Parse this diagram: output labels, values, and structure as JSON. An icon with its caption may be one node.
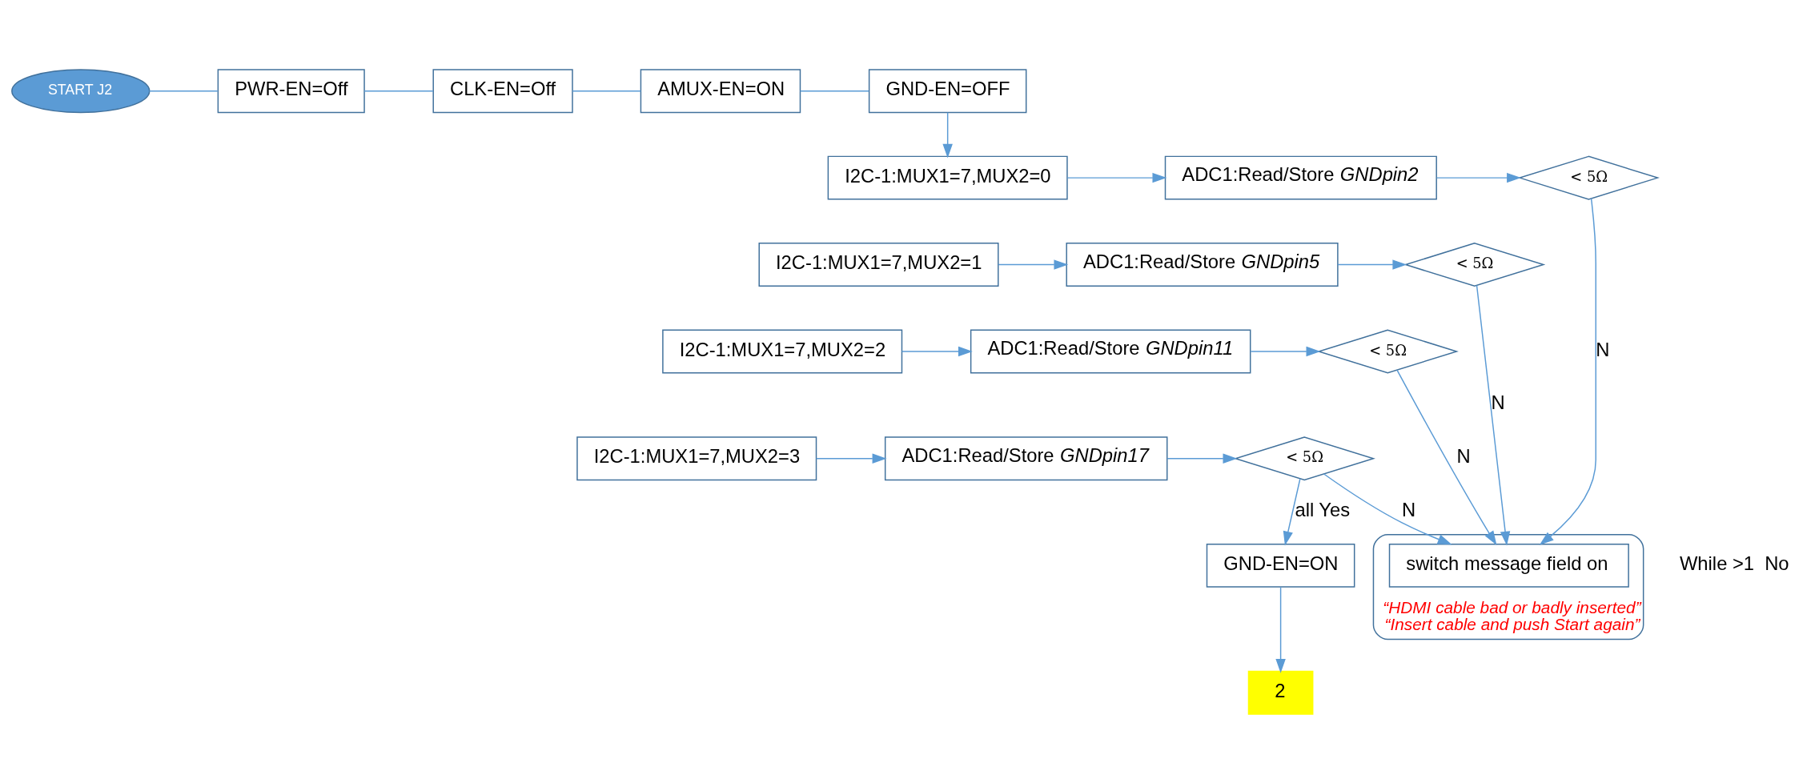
{
  "diagram": {
    "nodes": [
      {
        "text": [
          "START J2"
        ]
      },
      {
        "text": [
          "PWR-EN=Off"
        ]
      },
      {
        "text": [
          "CLK-EN=Off"
        ]
      },
      {
        "text": [
          "AMUX-EN=ON"
        ]
      },
      {
        "text": [
          "GND-EN=OFF"
        ]
      },
      {
        "text": [
          "I2C-1:MUX1=7,MUX2=0"
        ]
      },
      {
        "text": [
          "ADC1:Read/Store *GNDpin2*"
        ]
      },
      {
        "text": [
          "< 5Ω"
        ]
      },
      {
        "text": [
          "I2C-1:MUX1=7,MUX2=1"
        ]
      },
      {
        "text": [
          "ADC1:Read/Store *GNDpin5*"
        ]
      },
      {
        "text": [
          "< 5Ω"
        ]
      },
      {
        "text": [
          "I2C-1:MUX1=7,MUX2=2"
        ]
      },
      {
        "text": [
          "ADC1:Read/Store *GNDpin11*"
        ]
      },
      {
        "text": [
          "< 5Ω"
        ]
      },
      {
        "text": [
          "I2C-1:MUX1=7,MUX2=3"
        ]
      },
      {
        "text": [
          "ADC1:Read/Store *GNDpin17*"
        ]
      },
      {
        "text": [
          "< 5Ω"
        ]
      },
      {
        "text": [
          "GND-EN=ON"
        ]
      },
      {
        "text": [
          "“HDMI cable bad or badly inserted”",
          "“Insert cable and push Start again”"
        ]
      },
      {
        "text": [
          "switch message field on"
        ],
        "in": 18
      },
      {
        "text": [
          "2"
        ]
      }
    ],
    "edges": [
      {
        "from": 0,
        "to": 1,
        "arrow": "none"
      },
      {
        "from": 1,
        "to": 2,
        "arrow": "none"
      },
      {
        "from": 2,
        "to": 3,
        "arrow": "none"
      },
      {
        "from": 3,
        "to": 4,
        "arrow": "none"
      },
      {
        "from": 4,
        "to": 5,
        "arrow": "to"
      },
      {
        "from": 5,
        "to": 6,
        "arrow": "to"
      },
      {
        "from": 6,
        "to": 7,
        "arrow": "to"
      },
      {
        "from": 8,
        "to": 9,
        "arrow": "to"
      },
      {
        "from": 9,
        "to": 10,
        "arrow": "to"
      },
      {
        "from": 11,
        "to": 12,
        "arrow": "to"
      },
      {
        "from": 12,
        "to": 13,
        "arrow": "to"
      },
      {
        "from": 14,
        "to": 15,
        "arrow": "to"
      },
      {
        "from": 15,
        "to": 16,
        "arrow": "to"
      },
      {
        "from": 7,
        "to": 19,
        "arrow": "to",
        "label": "N"
      },
      {
        "from": 10,
        "to": 19,
        "arrow": "to",
        "label": "N"
      },
      {
        "from": 13,
        "to": 19,
        "arrow": "to",
        "label": "N"
      },
      {
        "from": 16,
        "to": 19,
        "arrow": "to",
        "label": "N"
      },
      {
        "from": 16,
        "to": 17,
        "arrow": "to",
        "label": "all Yes"
      },
      {
        "from": 17,
        "to": 20,
        "arrow": "to"
      }
    ],
    "labels": [
      "While >1  No"
    ]
  }
}
